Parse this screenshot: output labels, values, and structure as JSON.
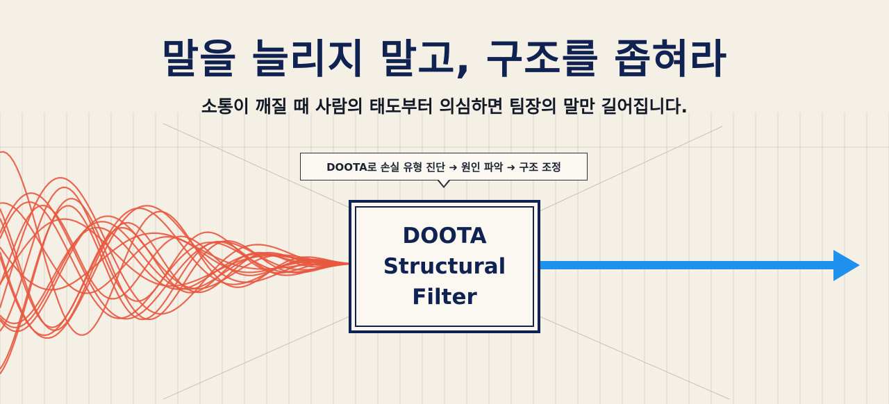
{
  "title": "말을 늘리지 말고, 구조를 좁혀라",
  "subtitle": "소통이 깨질 때 사람의 태도부터 의심하면 팀장의 말만 길어집니다.",
  "callout": "DOOTA로 손실 유형 진단 ➜ 원인 파악 ➜ 구조 조정",
  "filter": {
    "lines": [
      "DOOTA",
      "Structural",
      "Filter"
    ]
  },
  "colors": {
    "background": "#f5f0e6",
    "navy": "#0f2251",
    "noise": "#e8583f",
    "signal": "#1e90ee",
    "grid": "#dcd6ca"
  }
}
